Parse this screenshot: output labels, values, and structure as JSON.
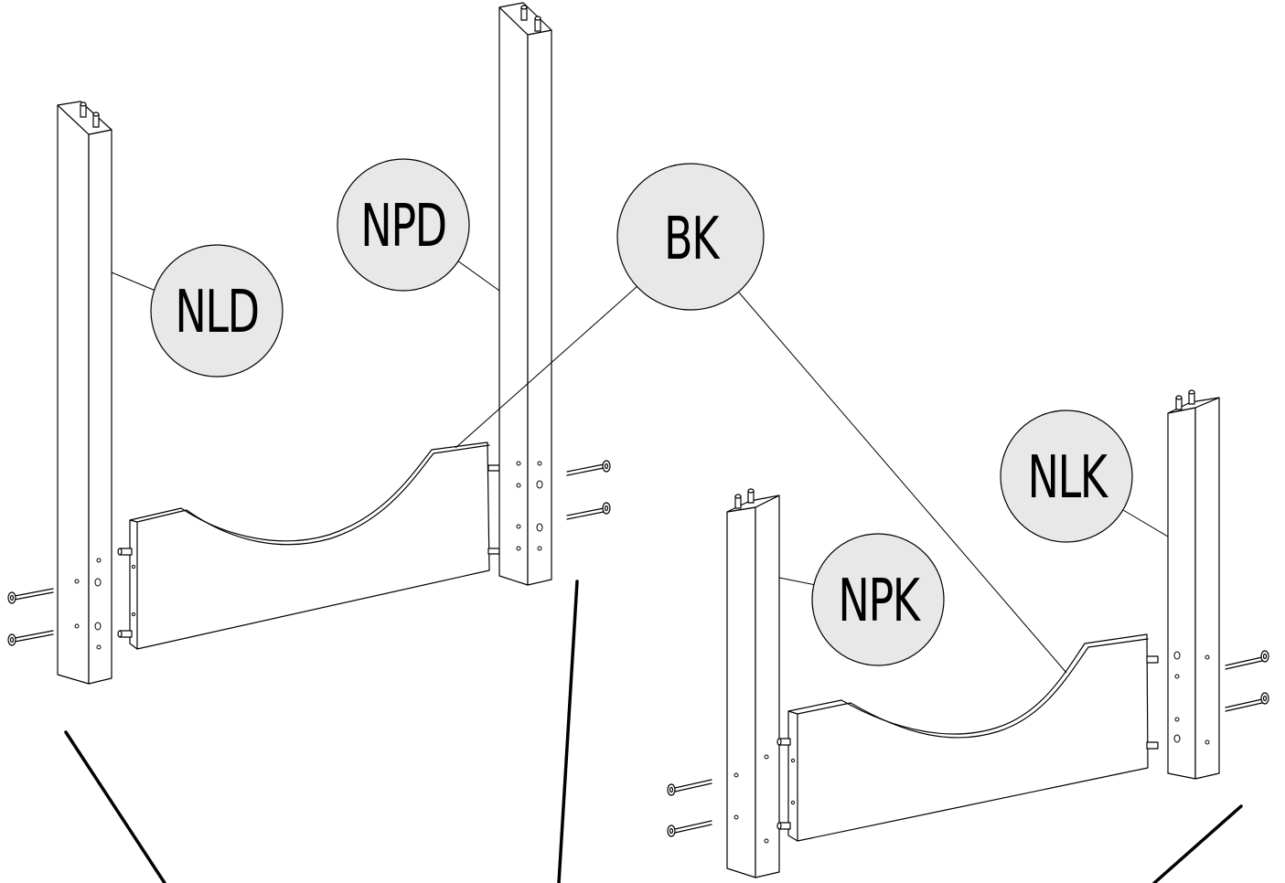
{
  "labels": {
    "nld": "NLD",
    "npd": "NPD",
    "bk": "BK",
    "nlk": "NLK",
    "npk": "NPK"
  },
  "colors": {
    "bubble_fill": "#e8e8e8",
    "line": "#000000",
    "background": "#ffffff"
  }
}
